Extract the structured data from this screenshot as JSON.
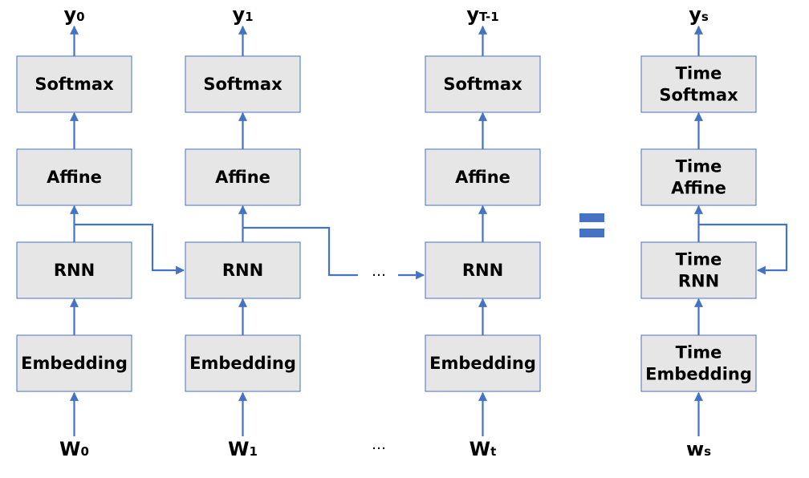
{
  "columns": [
    {
      "id": "col0",
      "output": {
        "main": "y",
        "sub": "0"
      },
      "input": {
        "main": "W",
        "sub": "0"
      },
      "boxes": {
        "softmax": [
          "Softmax"
        ],
        "affine": [
          "Affine"
        ],
        "rnn": [
          "RNN"
        ],
        "embedding": [
          "Embedding"
        ]
      }
    },
    {
      "id": "col1",
      "output": {
        "main": "y",
        "sub": "1"
      },
      "input": {
        "main": "W",
        "sub": "1"
      },
      "boxes": {
        "softmax": [
          "Softmax"
        ],
        "affine": [
          "Affine"
        ],
        "rnn": [
          "RNN"
        ],
        "embedding": [
          "Embedding"
        ]
      }
    },
    {
      "id": "colT",
      "output": {
        "main": "y",
        "sub": "T-1"
      },
      "input": {
        "main": "W",
        "sub": "t"
      },
      "boxes": {
        "softmax": [
          "Softmax"
        ],
        "affine": [
          "Affine"
        ],
        "rnn": [
          "RNN"
        ],
        "embedding": [
          "Embedding"
        ]
      }
    },
    {
      "id": "time",
      "output": {
        "main": "y",
        "sub": "s"
      },
      "input": {
        "main": "w",
        "sub": "s"
      },
      "boxes": {
        "softmax": [
          "Time",
          "Softmax"
        ],
        "affine": [
          "Time",
          "Affine"
        ],
        "rnn": [
          "Time",
          "RNN"
        ],
        "embedding": [
          "Time",
          "Embedding"
        ]
      }
    }
  ],
  "ellipsis": "…",
  "colors": {
    "wire": "#4472c4",
    "box_fill": "#e6e6e6",
    "equals": "#4472c4"
  }
}
